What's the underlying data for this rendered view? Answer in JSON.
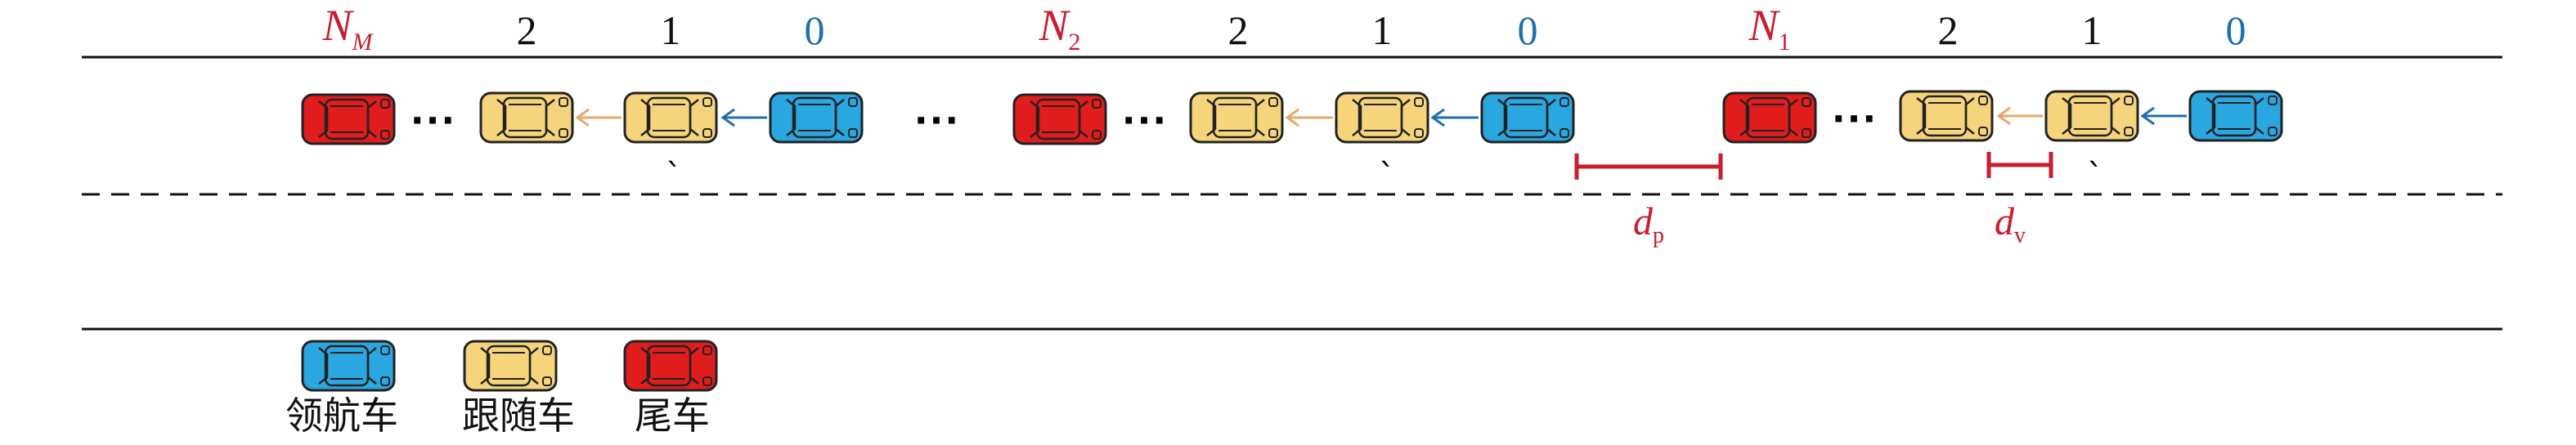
{
  "colors": {
    "leader": "#2aa6e0",
    "follower": "#f5d47c",
    "tail": "#e01c1c",
    "platoon_label": "#c81e2e",
    "index_black": "#111111",
    "index_blue": "#1f6fb0",
    "arrow_orange": "#e8a86a",
    "arrow_blue": "#1f6fb0",
    "distance": "#c81e2e"
  },
  "platoons": [
    {
      "label_main": "N",
      "label_sub": "M",
      "index_labels": [
        "2",
        "1",
        "0"
      ]
    },
    {
      "label_main": "N",
      "label_sub": "2",
      "index_labels": [
        "2",
        "1",
        "0"
      ]
    },
    {
      "label_main": "N",
      "label_sub": "1",
      "index_labels": [
        "2",
        "1",
        "0"
      ]
    }
  ],
  "gap_ellipsis": "···",
  "inplatoon_ellipsis": "···",
  "distances": {
    "platoon_gap": {
      "main": "d",
      "sub": "p"
    },
    "vehicle_gap": {
      "main": "d",
      "sub": "v"
    }
  },
  "legend": [
    {
      "type": "leader",
      "label": "领航车"
    },
    {
      "type": "follower",
      "label": "跟随车"
    },
    {
      "type": "tail",
      "label": "尾车"
    }
  ]
}
